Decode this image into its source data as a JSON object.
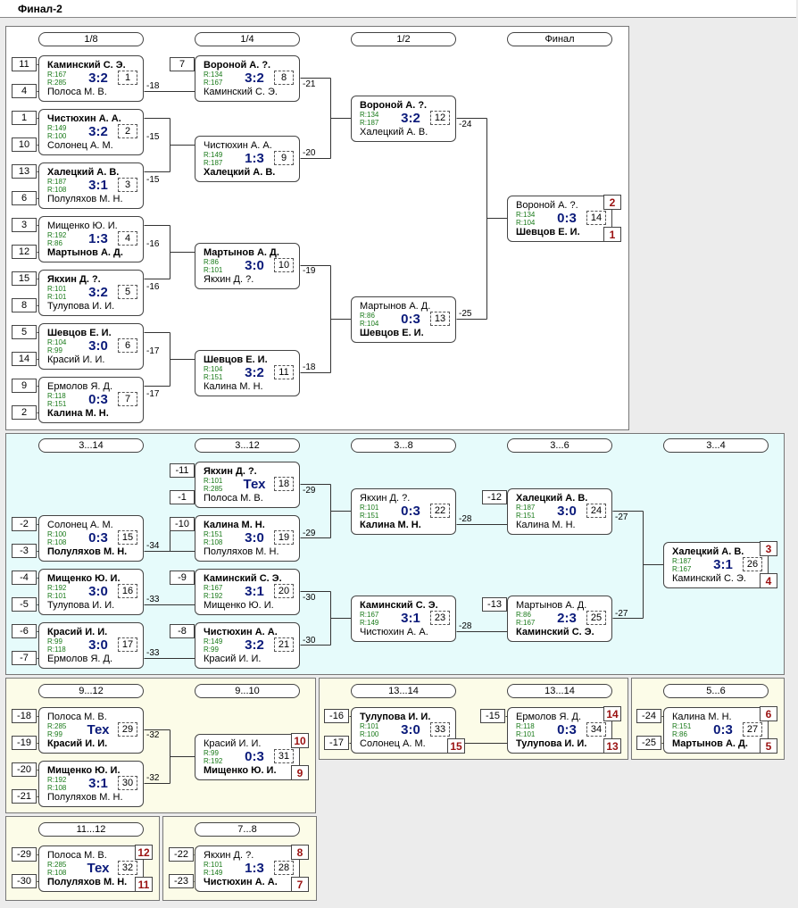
{
  "title": "Финал-2",
  "rounds": [
    {
      "label": "1/8"
    },
    {
      "label": "1/4"
    },
    {
      "label": "1/2"
    },
    {
      "label": "Финал"
    },
    {
      "label": "3...14"
    },
    {
      "label": "3...12"
    },
    {
      "label": "3...8"
    },
    {
      "label": "3...6"
    },
    {
      "label": "3...4"
    },
    {
      "label": "9...12"
    },
    {
      "label": "9...10"
    },
    {
      "label": "13...14"
    },
    {
      "label": "13...14"
    },
    {
      "label": "5...6"
    },
    {
      "label": "11...12"
    },
    {
      "label": "7...8"
    }
  ],
  "seeds": [
    {
      "v": "11"
    },
    {
      "v": "4"
    },
    {
      "v": "1"
    },
    {
      "v": "10"
    },
    {
      "v": "13"
    },
    {
      "v": "6"
    },
    {
      "v": "3"
    },
    {
      "v": "12"
    },
    {
      "v": "15"
    },
    {
      "v": "8"
    },
    {
      "v": "5"
    },
    {
      "v": "14"
    },
    {
      "v": "9"
    },
    {
      "v": "2"
    },
    {
      "v": "7"
    },
    {
      "v": "-11"
    },
    {
      "v": "-1"
    },
    {
      "v": "-2"
    },
    {
      "v": "-3"
    },
    {
      "v": "-10"
    },
    {
      "v": "-4"
    },
    {
      "v": "-5"
    },
    {
      "v": "-9"
    },
    {
      "v": "-6"
    },
    {
      "v": "-7"
    },
    {
      "v": "-8"
    },
    {
      "v": "-12"
    },
    {
      "v": "-13"
    },
    {
      "v": "-18"
    },
    {
      "v": "-19"
    },
    {
      "v": "-20"
    },
    {
      "v": "-21"
    },
    {
      "v": "-16"
    },
    {
      "v": "-17"
    },
    {
      "v": "-15"
    },
    {
      "v": "-24"
    },
    {
      "v": "-25"
    },
    {
      "v": "-29"
    },
    {
      "v": "-30"
    },
    {
      "v": "-22"
    },
    {
      "v": "-23"
    }
  ],
  "matches": [
    {
      "n1": "Каминский С. Э.",
      "r1": "R:167",
      "r2": "R:285",
      "sc": "3:2",
      "no": "1",
      "n2": "Полоса М. В."
    },
    {
      "n1": "Чистюхин А. А.",
      "r1": "R:149",
      "r2": "R:100",
      "sc": "3:2",
      "no": "2",
      "n2": "Солонец А. М."
    },
    {
      "n1": "Халецкий А. В.",
      "r1": "R:187",
      "r2": "R:108",
      "sc": "3:1",
      "no": "3",
      "n2": "Полуляхов М. Н."
    },
    {
      "n1": "Мищенко Ю. И.",
      "r1": "R:192",
      "r2": "R:86",
      "sc": "1:3",
      "no": "4",
      "n2": "Мартынов А. Д."
    },
    {
      "n1": "Якхин Д. ?.",
      "r1": "R:101",
      "r2": "R:101",
      "sc": "3:2",
      "no": "5",
      "n2": "Тулупова И. И."
    },
    {
      "n1": "Шевцов Е. И.",
      "r1": "R:104",
      "r2": "R:99",
      "sc": "3:0",
      "no": "6",
      "n2": "Красий И. И."
    },
    {
      "n1": "Ермолов Я. Д.",
      "r1": "R:118",
      "r2": "R:151",
      "sc": "0:3",
      "no": "7",
      "n2": "Калина М. Н."
    },
    {
      "n1": "Вороной А. ?.",
      "r1": "R:134",
      "r2": "R:167",
      "sc": "3:2",
      "no": "8",
      "n2": "Каминский С. Э."
    },
    {
      "n1": "Чистюхин А. А.",
      "r1": "R:149",
      "r2": "R:187",
      "sc": "1:3",
      "no": "9",
      "n2": "Халецкий А. В."
    },
    {
      "n1": "Мартынов А. Д.",
      "r1": "R:86",
      "r2": "R:101",
      "sc": "3:0",
      "no": "10",
      "n2": "Якхин Д. ?."
    },
    {
      "n1": "Шевцов Е. И.",
      "r1": "R:104",
      "r2": "R:151",
      "sc": "3:2",
      "no": "11",
      "n2": "Калина М. Н."
    },
    {
      "n1": "Вороной А. ?.",
      "r1": "R:134",
      "r2": "R:187",
      "sc": "3:2",
      "no": "12",
      "n2": "Халецкий А. В."
    },
    {
      "n1": "Мартынов А. Д.",
      "r1": "R:86",
      "r2": "R:104",
      "sc": "0:3",
      "no": "13",
      "n2": "Шевцов Е. И."
    },
    {
      "n1": "Вороной А. ?.",
      "r1": "R:134",
      "r2": "R:104",
      "sc": "0:3",
      "no": "14",
      "n2": "Шевцов Е. И."
    },
    {
      "n1": "Якхин Д. ?.",
      "r1": "R:101",
      "r2": "R:285",
      "sc": "Тех",
      "no": "18",
      "n2": "Полоса М. В."
    },
    {
      "n1": "Солонец А. М.",
      "r1": "R:100",
      "r2": "R:108",
      "sc": "0:3",
      "no": "15",
      "n2": "Полуляхов М. Н."
    },
    {
      "n1": "Калина М. Н.",
      "r1": "R:151",
      "r2": "R:108",
      "sc": "3:0",
      "no": "19",
      "n2": "Полуляхов М. Н."
    },
    {
      "n1": "Мищенко Ю. И.",
      "r1": "R:192",
      "r2": "R:101",
      "sc": "3:0",
      "no": "16",
      "n2": "Тулупова И. И."
    },
    {
      "n1": "Каминский С. Э.",
      "r1": "R:167",
      "r2": "R:192",
      "sc": "3:1",
      "no": "20",
      "n2": "Мищенко Ю. И."
    },
    {
      "n1": "Красий И. И.",
      "r1": "R:99",
      "r2": "R:118",
      "sc": "3:0",
      "no": "17",
      "n2": "Ермолов Я. Д."
    },
    {
      "n1": "Чистюхин А. А.",
      "r1": "R:149",
      "r2": "R:99",
      "sc": "3:2",
      "no": "21",
      "n2": "Красий И. И."
    },
    {
      "n1": "Якхин Д. ?.",
      "r1": "R:101",
      "r2": "R:151",
      "sc": "0:3",
      "no": "22",
      "n2": "Калина М. Н."
    },
    {
      "n1": "Каминский С. Э.",
      "r1": "R:167",
      "r2": "R:149",
      "sc": "3:1",
      "no": "23",
      "n2": "Чистюхин А. А."
    },
    {
      "n1": "Халецкий А. В.",
      "r1": "R:187",
      "r2": "R:151",
      "sc": "3:0",
      "no": "24",
      "n2": "Калина М. Н."
    },
    {
      "n1": "Мартынов А. Д.",
      "r1": "R:86",
      "r2": "R:167",
      "sc": "2:3",
      "no": "25",
      "n2": "Каминский С. Э."
    },
    {
      "n1": "Халецкий А. В.",
      "r1": "R:187",
      "r2": "R:167",
      "sc": "3:1",
      "no": "26",
      "n2": "Каминский С. Э."
    },
    {
      "n1": "Полоса М. В.",
      "r1": "R:285",
      "r2": "R:99",
      "sc": "Тех",
      "no": "29",
      "n2": "Красий И. И."
    },
    {
      "n1": "Мищенко Ю. И.",
      "r1": "R:192",
      "r2": "R:108",
      "sc": "3:1",
      "no": "30",
      "n2": "Полуляхов М. Н."
    },
    {
      "n1": "Красий И. И.",
      "r1": "R:99",
      "r2": "R:192",
      "sc": "0:3",
      "no": "31",
      "n2": "Мищенко Ю. И."
    },
    {
      "n1": "Тулупова И. И.",
      "r1": "R:101",
      "r2": "R:100",
      "sc": "3:0",
      "no": "33",
      "n2": "Солонец А. М."
    },
    {
      "n1": "Ермолов Я. Д.",
      "r1": "R:118",
      "r2": "R:101",
      "sc": "0:3",
      "no": "34",
      "n2": "Тулупова И. И."
    },
    {
      "n1": "Калина М. Н.",
      "r1": "R:151",
      "r2": "R:86",
      "sc": "0:3",
      "no": "27",
      "n2": "Мартынов А. Д."
    },
    {
      "n1": "Полоса М. В.",
      "r1": "R:285",
      "r2": "R:108",
      "sc": "Тех",
      "no": "32",
      "n2": "Полуляхов М. Н."
    },
    {
      "n1": "Якхин Д. ?.",
      "r1": "R:101",
      "r2": "R:149",
      "sc": "1:3",
      "no": "28",
      "n2": "Чистюхин А. А."
    }
  ],
  "places": [
    {
      "v": "2"
    },
    {
      "v": "1"
    },
    {
      "v": "3"
    },
    {
      "v": "4"
    },
    {
      "v": "10"
    },
    {
      "v": "9"
    },
    {
      "v": "14"
    },
    {
      "v": "15"
    },
    {
      "v": "13"
    },
    {
      "v": "6"
    },
    {
      "v": "5"
    },
    {
      "v": "12"
    },
    {
      "v": "11"
    },
    {
      "v": "8"
    },
    {
      "v": "7"
    }
  ],
  "losers": [
    {
      "v": "-18"
    },
    {
      "v": "-15"
    },
    {
      "v": "-15"
    },
    {
      "v": "-16"
    },
    {
      "v": "-16"
    },
    {
      "v": "-17"
    },
    {
      "v": "-17"
    },
    {
      "v": "-21"
    },
    {
      "v": "-20"
    },
    {
      "v": "-19"
    },
    {
      "v": "-18"
    },
    {
      "v": "-24"
    },
    {
      "v": "-25"
    },
    {
      "v": "-29"
    },
    {
      "v": "-34"
    },
    {
      "v": "-29"
    },
    {
      "v": "-33"
    },
    {
      "v": "-30"
    },
    {
      "v": "-33"
    },
    {
      "v": "-30"
    },
    {
      "v": "-28"
    },
    {
      "v": "-28"
    },
    {
      "v": "-27"
    },
    {
      "v": "-27"
    },
    {
      "v": "-32"
    },
    {
      "v": "-32"
    }
  ]
}
